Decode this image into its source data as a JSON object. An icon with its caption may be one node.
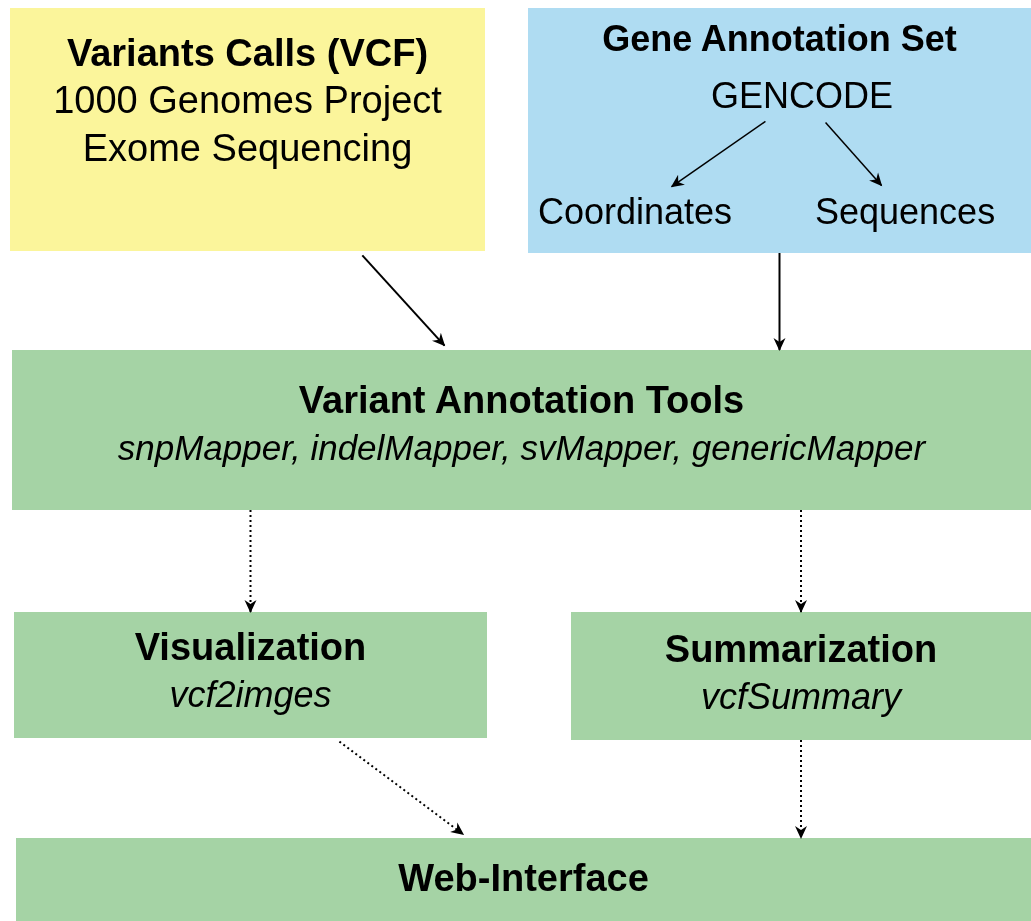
{
  "diagram": {
    "nodes": [
      {
        "text": [
          "Variants Calls (VCF)",
          "1000 Genomes Project",
          "Exome Sequencing"
        ]
      },
      {
        "text": [
          "Gene Annotation Set"
        ]
      },
      {
        "text": [
          "GENCODE"
        ],
        "in": 1
      },
      {
        "text": [
          "Coordinates"
        ],
        "in": 1
      },
      {
        "text": [
          "Sequences"
        ],
        "in": 1
      },
      {
        "text": [
          "Variant Annotation Tools",
          "snpMapper, indelMapper, svMapper, genericMapper"
        ]
      },
      {
        "text": [
          "Visualization",
          "vcf2imges"
        ]
      },
      {
        "text": [
          "Summarization",
          "vcfSummary"
        ]
      },
      {
        "text": [
          "Web-Interface"
        ]
      }
    ],
    "edges": [
      {
        "from": 2,
        "to": 3,
        "arrow": "to"
      },
      {
        "from": 2,
        "to": 4,
        "arrow": "to"
      },
      {
        "from": 0,
        "to": 5,
        "arrow": "to"
      },
      {
        "from": 1,
        "to": 5,
        "arrow": "to"
      },
      {
        "from": 5,
        "to": 6,
        "arrow": "to",
        "style": "dashed"
      },
      {
        "from": 5,
        "to": 7,
        "arrow": "to",
        "style": "dashed"
      },
      {
        "from": 6,
        "to": 8,
        "arrow": "to",
        "style": "dashed"
      },
      {
        "from": 7,
        "to": 8,
        "arrow": "to",
        "style": "dashed"
      }
    ]
  }
}
